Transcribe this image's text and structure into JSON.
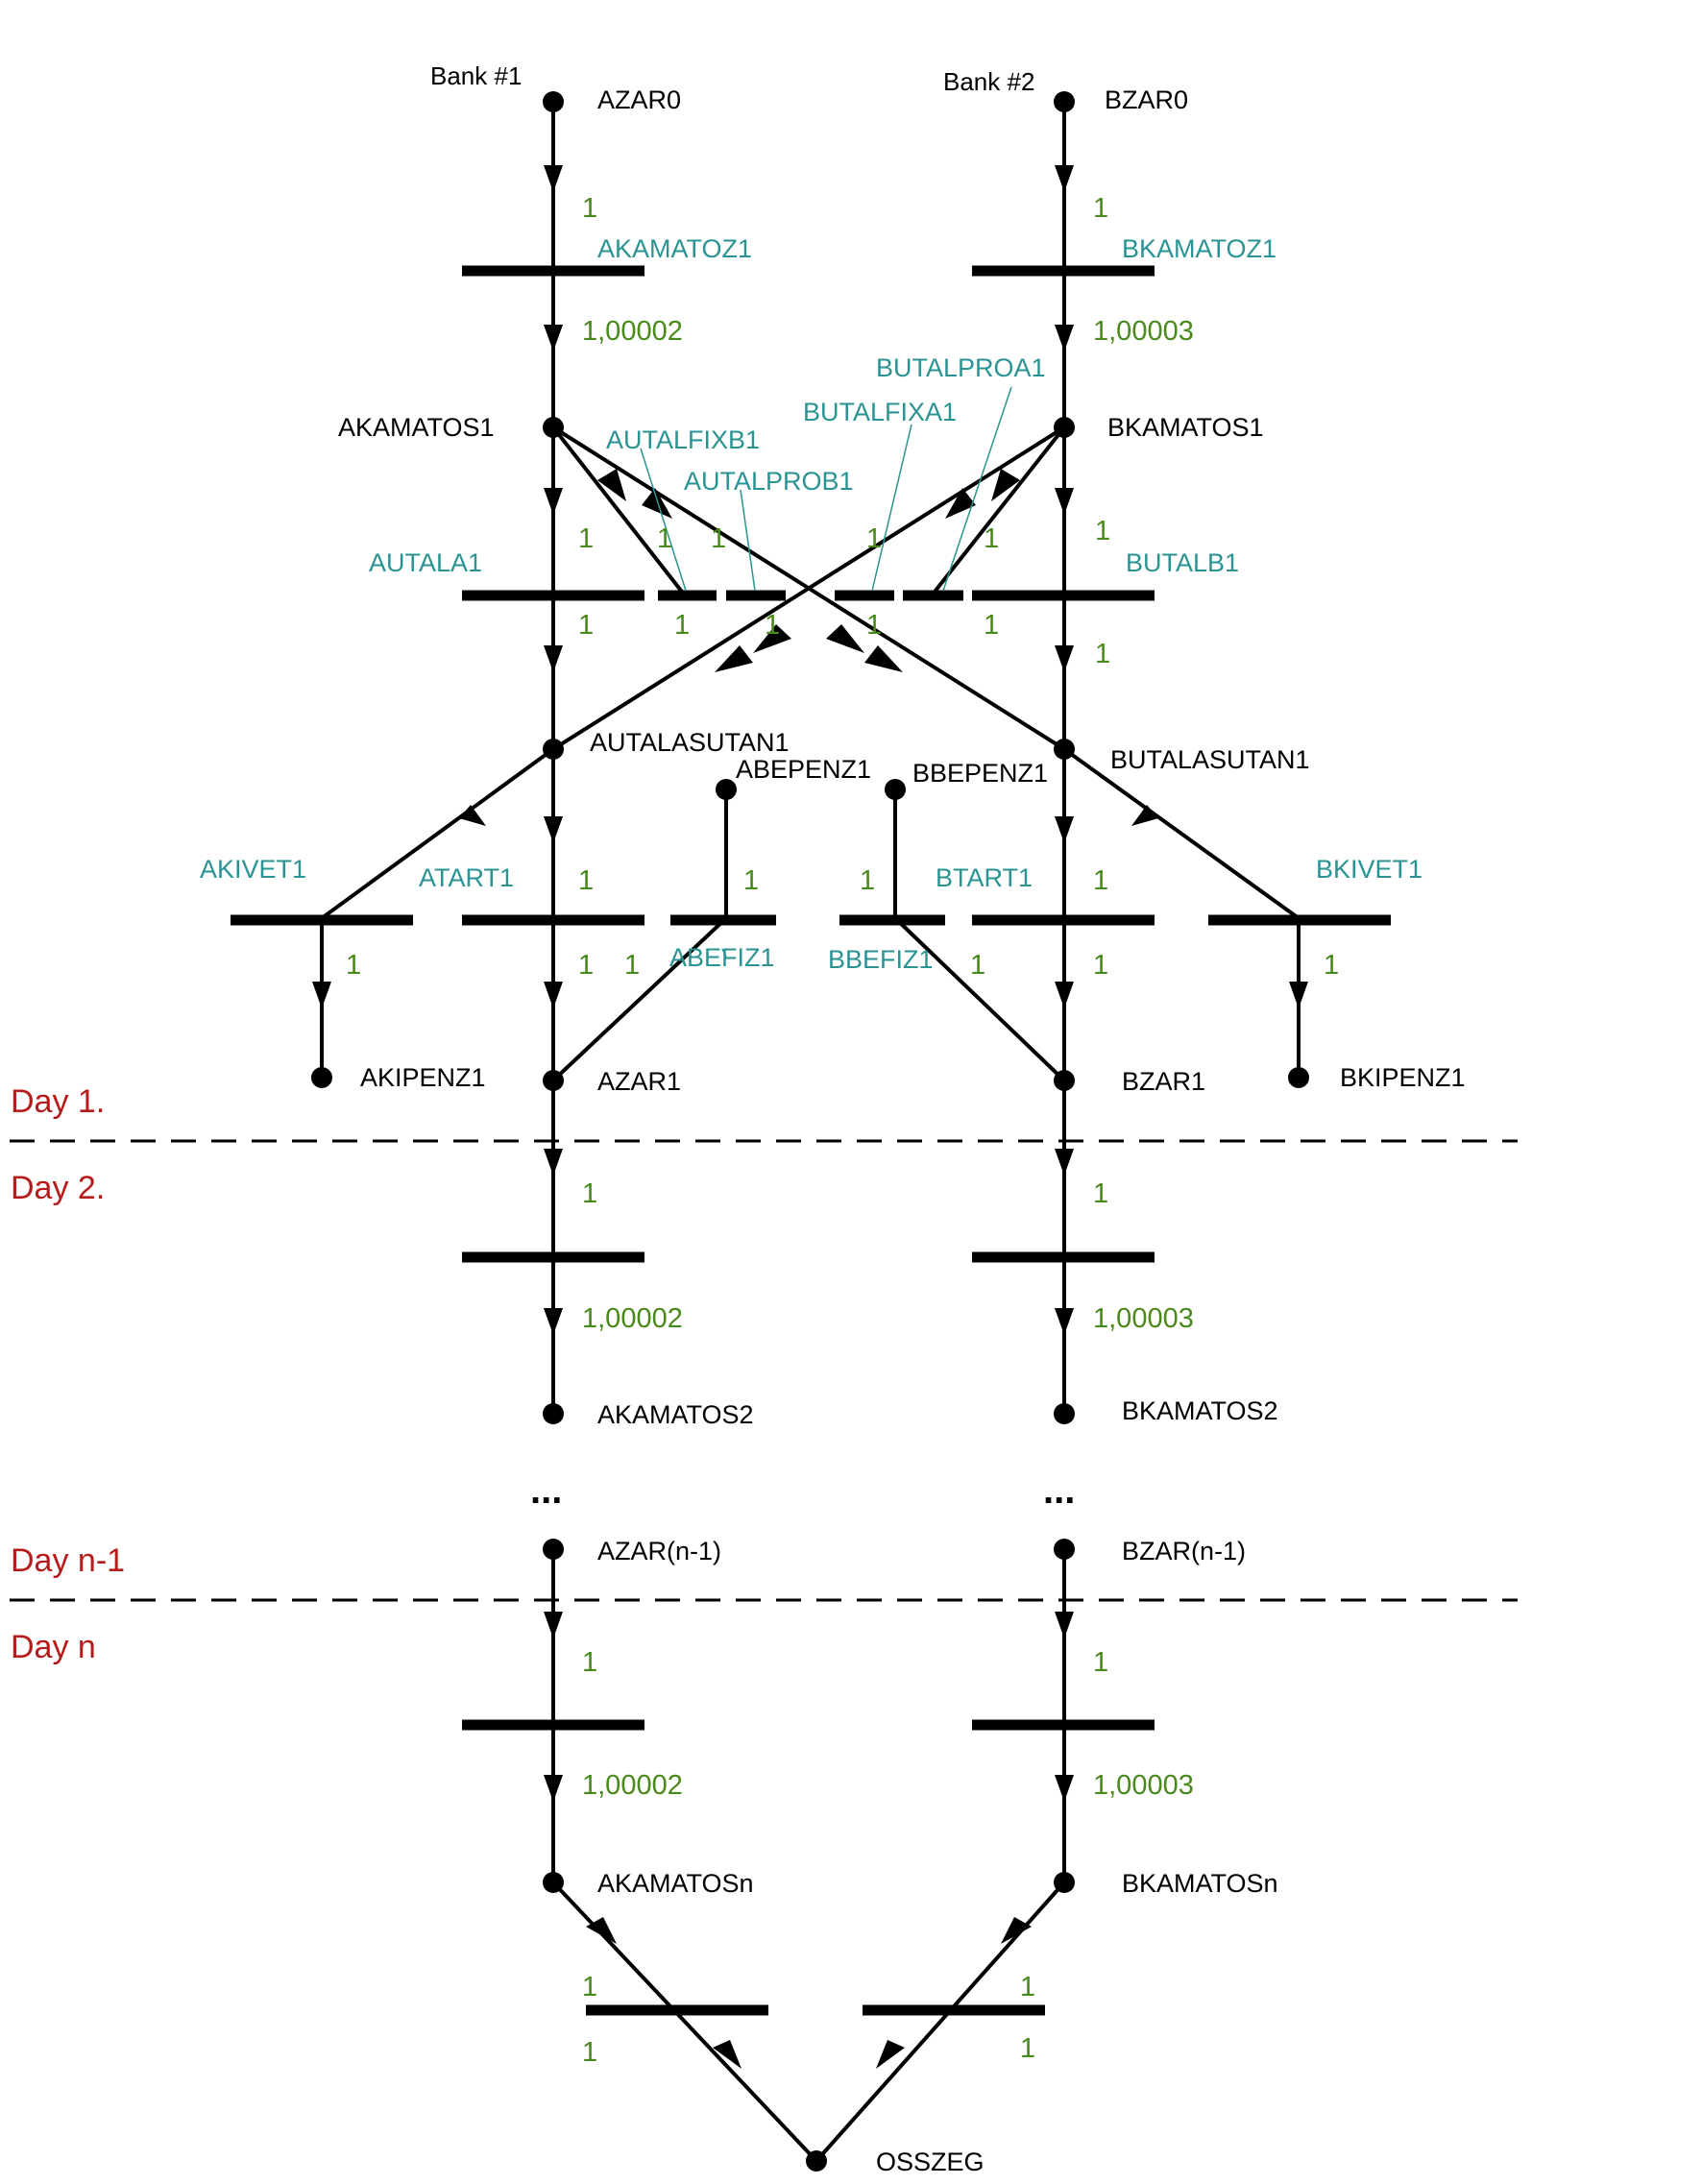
{
  "diagram": {
    "banks": [
      "Bank #1",
      "Bank #2"
    ],
    "days": [
      "Day 1.",
      "Day 2.",
      "Day n-1",
      "Day n"
    ],
    "ellipsis": "...",
    "places": {
      "azar0": "AZAR0",
      "bzar0": "BZAR0",
      "akamatos1": "AKAMATOS1",
      "bkamatos1": "BKAMATOS1",
      "autalasutan1": "AUTALASUTAN1",
      "butalasutan1": "BUTALASUTAN1",
      "abepenz1": "ABEPENZ1",
      "bbepenz1": "BBEPENZ1",
      "akipenz1": "AKIPENZ1",
      "azar1": "AZAR1",
      "bzar1": "BZAR1",
      "bkipenz1": "BKIPENZ1",
      "akamatos2": "AKAMATOS2",
      "bkamatos2": "BKAMATOS2",
      "azar_n1": "AZAR(n-1)",
      "bzar_n1": "BZAR(n-1)",
      "akamatosn": "AKAMATOSn",
      "bkamatosn": "BKAMATOSn",
      "osszeg": "OSSZEG"
    },
    "transitions": {
      "akamatoz1": "AKAMATOZ1",
      "bkamatoz1": "BKAMATOZ1",
      "butalproa1": "BUTALPROA1",
      "butalfixa1": "BUTALFIXA1",
      "autalfixb1": "AUTALFIXB1",
      "autalprob1": "AUTALPROB1",
      "autala1": "AUTALA1",
      "butalb1": "BUTALB1",
      "akivet1": "AKIVET1",
      "atart1": "ATART1",
      "btart1": "BTART1",
      "bkivet1": "BKIVET1",
      "abefiz1": "ABEFIZ1",
      "bbefiz1": "BBEFIZ1"
    },
    "weights": {
      "one": "1",
      "rate_a": "1,00002",
      "rate_b": "1,00003"
    }
  }
}
